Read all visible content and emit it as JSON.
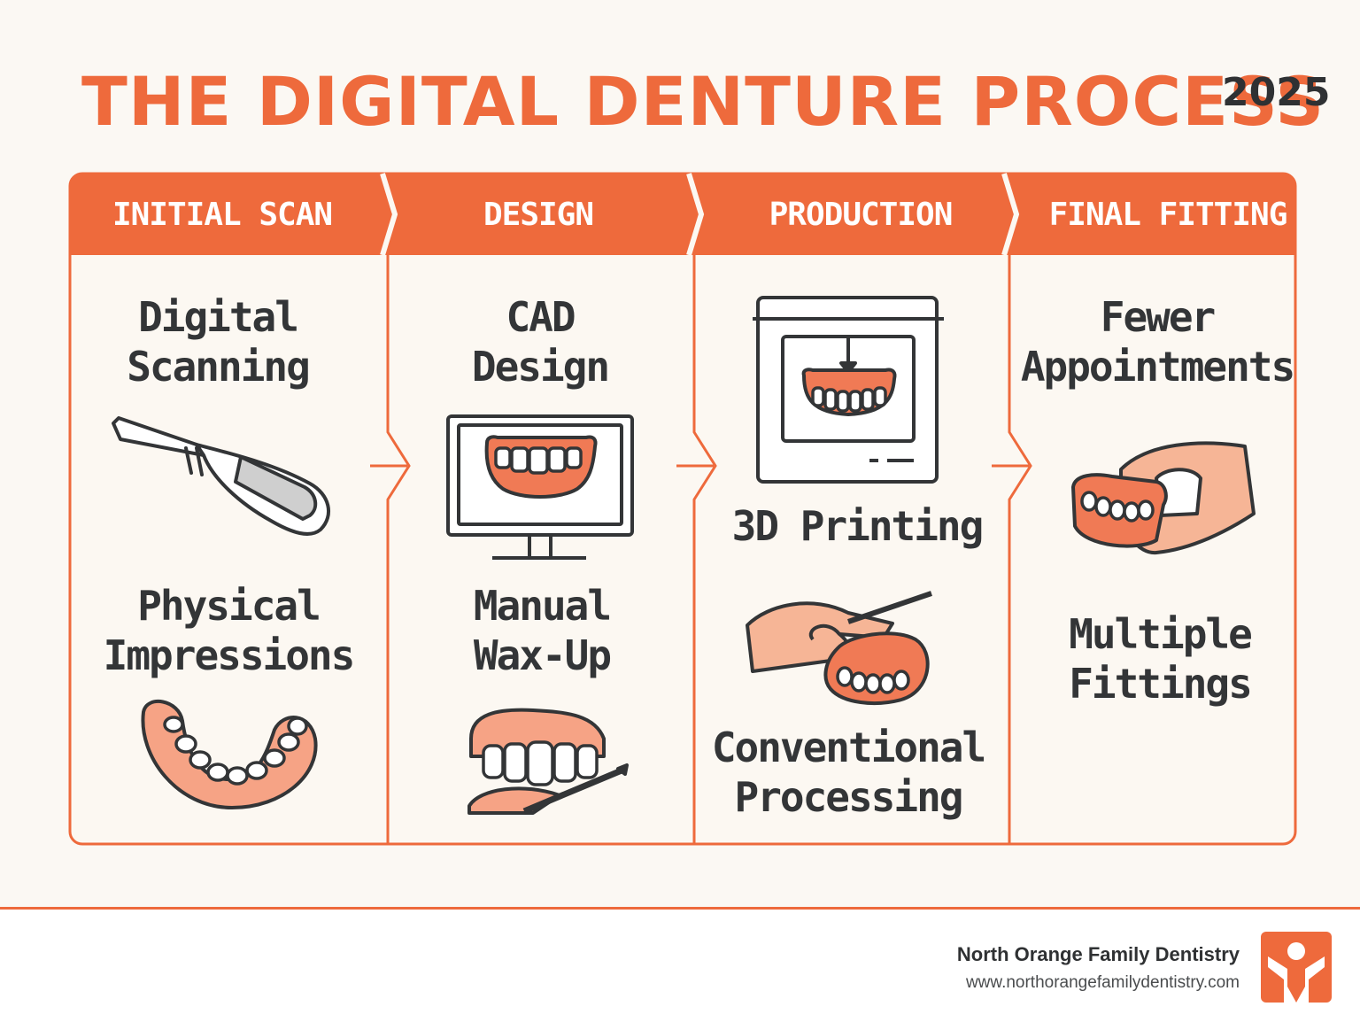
{
  "title": "THE DIGITAL DENTURE PROCESS",
  "year": "2025",
  "stages": [
    {
      "label": "INITIAL SCAN",
      "items": [
        {
          "label": "Digital\nScanning",
          "icon": "intraoral-scanner-icon"
        },
        {
          "label": "Physical\nImpressions",
          "icon": "impression-tray-icon"
        }
      ]
    },
    {
      "label": "DESIGN",
      "items": [
        {
          "label": "CAD\nDesign",
          "icon": "computer-monitor-denture-icon"
        },
        {
          "label": "Manual\nWax-Up",
          "icon": "wax-up-tool-icon"
        }
      ]
    },
    {
      "label": "PRODUCTION",
      "items": [
        {
          "label": "3D Printing",
          "icon": "3d-printer-icon"
        },
        {
          "label": "Conventional\nProcessing",
          "icon": "hand-carving-denture-icon"
        }
      ]
    },
    {
      "label": "FINAL FITTING",
      "items": [
        {
          "label": "Fewer\nAppointments",
          "icon": "hand-holding-denture-icon"
        },
        {
          "label": "Multiple\nFittings",
          "icon": ""
        }
      ]
    }
  ],
  "footer": {
    "org_name": "North Orange Family Dentistry",
    "url": "www.northorangefamilydentistry.com",
    "logo_icon": "person-logo-icon"
  },
  "colors": {
    "accent": "#ee6a3c",
    "gum": "#f07a55",
    "skin": "#f6b596",
    "text": "#333537",
    "background": "#fbf8f3"
  }
}
